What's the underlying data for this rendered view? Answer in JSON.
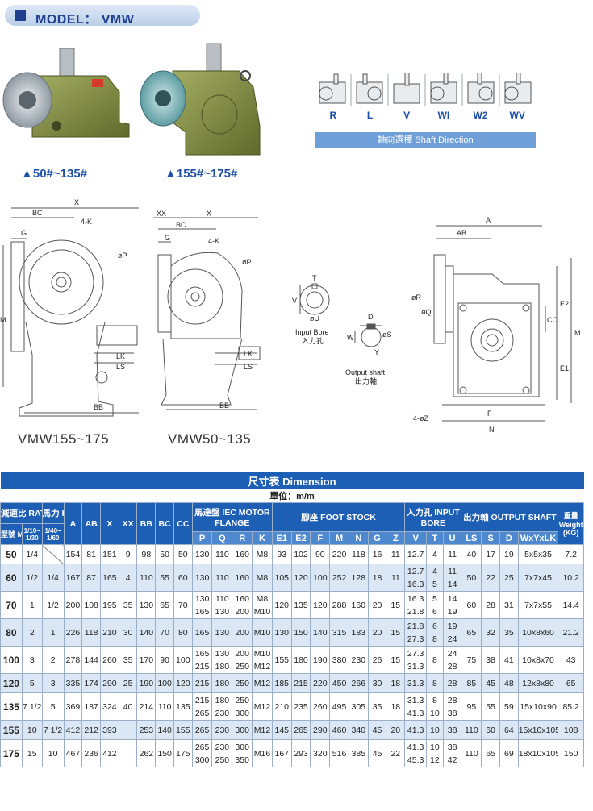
{
  "header": {
    "model_label": "MODEL： VMW"
  },
  "photos": {
    "cap_left": "▲50#~135#",
    "cap_right": "▲155#~175#"
  },
  "shaft_direction": {
    "options": [
      "R",
      "L",
      "V",
      "WI",
      "W2",
      "WV"
    ],
    "label": "軸向選擇  Shaft Direction"
  },
  "drawings": {
    "left_title": "VMW155~175",
    "mid_title": "VMW50~135",
    "dims": {
      "x": "X",
      "xx": "XX",
      "bc": "BC",
      "g": "G",
      "four_k": "4-K",
      "phi_p": "øP",
      "m": "M",
      "lk": "LK",
      "ls": "LS",
      "bb": "BB",
      "t": "T",
      "v": "V",
      "phi_u": "øU",
      "input_bore": "Input Bore",
      "input_bore_cn": "入力孔",
      "d": "D",
      "w": "W",
      "phi_s": "øS",
      "y": "Y",
      "output_shaft": "Output shaft",
      "output_shaft_cn": "出力軸",
      "a": "A",
      "ab": "AB",
      "phi_r": "øR",
      "phi_q": "øQ",
      "cc": "CC",
      "e2": "E2",
      "e1": "E1",
      "f": "F",
      "n": "N",
      "four_phi_z": "4-øZ"
    }
  },
  "table": {
    "title": "尺寸表  Dimension",
    "unit": "單位：m/m",
    "h_ratio": "減速比 RATIO",
    "h_hp": "馬力 HP",
    "h_model": "型號 MODEL",
    "h_r1": "1/10~ 1/30",
    "h_r2": "1/40~ 1/60",
    "g_motor": "馬達盤 IEC MOTOR FLANGE",
    "g_foot": "腳座 FOOT STOCK",
    "g_input": "入力孔 INPUT BORE",
    "g_output": "出力軸 OUTPUT SHAFT",
    "g_weight": "重量 Weight (KG)",
    "cols_basic": [
      "A",
      "AB",
      "X",
      "XX",
      "BB",
      "BC",
      "CC"
    ],
    "cols_motor": [
      "P",
      "Q",
      "R",
      "K"
    ],
    "cols_foot": [
      "E1",
      "E2",
      "F",
      "M",
      "N",
      "G",
      "Z"
    ],
    "cols_input": [
      "V",
      "T",
      "U"
    ],
    "cols_output": [
      "LS",
      "S",
      "D",
      "WxYxLK"
    ],
    "rows": [
      {
        "model": "50",
        "r1": "1/4",
        "r2": "",
        "A": "154",
        "AB": "81",
        "X": "151",
        "XX": "9",
        "BB": "98",
        "BC": "50",
        "CC": "50",
        "P": [
          "130"
        ],
        "Q": [
          "110"
        ],
        "R": [
          "160"
        ],
        "K": [
          "M8"
        ],
        "E1": "93",
        "E2": "102",
        "F": "90",
        "M": "220",
        "N": "118",
        "G": "16",
        "Z": "11",
        "V": [
          "12.7"
        ],
        "T": [
          "4"
        ],
        "U": [
          "11"
        ],
        "LS": "40",
        "S": "17",
        "D": "19",
        "WYLK": "5x5x35",
        "W": "7.2"
      },
      {
        "model": "60",
        "r1": "1/2",
        "r2": "1/4",
        "A": "167",
        "AB": "87",
        "X": "165",
        "XX": "4",
        "BB": "110",
        "BC": "55",
        "CC": "60",
        "P": [
          "130"
        ],
        "Q": [
          "110"
        ],
        "R": [
          "160"
        ],
        "K": [
          "M8"
        ],
        "E1": "105",
        "E2": "120",
        "F": "100",
        "M": "252",
        "N": "128",
        "G": "18",
        "Z": "11",
        "V": [
          "12.7",
          "16.3"
        ],
        "T": [
          "4",
          "5"
        ],
        "U": [
          "11",
          "14"
        ],
        "LS": "50",
        "S": "22",
        "D": "25",
        "WYLK": "7x7x45",
        "W": "10.2"
      },
      {
        "model": "70",
        "r1": "1",
        "r2": "1/2",
        "A": "200",
        "AB": "108",
        "X": "195",
        "XX": "35",
        "BB": "130",
        "BC": "65",
        "CC": "70",
        "P": [
          "130",
          "165"
        ],
        "Q": [
          "110",
          "130"
        ],
        "R": [
          "160",
          "200"
        ],
        "K": [
          "M8",
          "M10"
        ],
        "E1": "120",
        "E2": "135",
        "F": "120",
        "M": "288",
        "N": "160",
        "G": "20",
        "Z": "15",
        "V": [
          "16.3",
          "21.8"
        ],
        "T": [
          "5",
          "6"
        ],
        "U": [
          "14",
          "19"
        ],
        "LS": "60",
        "S": "28",
        "D": "31",
        "WYLK": "7x7x55",
        "W": "14.4"
      },
      {
        "model": "80",
        "r1": "2",
        "r2": "1",
        "A": "226",
        "AB": "118",
        "X": "210",
        "XX": "30",
        "BB": "140",
        "BC": "70",
        "CC": "80",
        "P": [
          "165"
        ],
        "Q": [
          "130"
        ],
        "R": [
          "200"
        ],
        "K": [
          "M10"
        ],
        "E1": "130",
        "E2": "150",
        "F": "140",
        "M": "315",
        "N": "183",
        "G": "20",
        "Z": "15",
        "V": [
          "21.8",
          "27.3"
        ],
        "T": [
          "6",
          "8"
        ],
        "U": [
          "19",
          "24"
        ],
        "LS": "65",
        "S": "32",
        "D": "35",
        "WYLK": "10x8x60",
        "W": "21.2"
      },
      {
        "model": "100",
        "r1": "3",
        "r2": "2",
        "A": "278",
        "AB": "144",
        "X": "260",
        "XX": "35",
        "BB": "170",
        "BC": "90",
        "CC": "100",
        "P": [
          "165",
          "215"
        ],
        "Q": [
          "130",
          "180"
        ],
        "R": [
          "200",
          "250"
        ],
        "K": [
          "M10",
          "M12"
        ],
        "E1": "155",
        "E2": "180",
        "F": "190",
        "M": "380",
        "N": "230",
        "G": "26",
        "Z": "15",
        "V": [
          "27.3",
          "31.3"
        ],
        "T": [
          "8"
        ],
        "U": [
          "24",
          "28"
        ],
        "LS": "75",
        "S": "38",
        "D": "41",
        "WYLK": "10x8x70",
        "W": "43"
      },
      {
        "model": "120",
        "r1": "5",
        "r2": "3",
        "A": "335",
        "AB": "174",
        "X": "290",
        "XX": "25",
        "BB": "190",
        "BC": "100",
        "CC": "120",
        "P": [
          "215"
        ],
        "Q": [
          "180"
        ],
        "R": [
          "250"
        ],
        "K": [
          "M12"
        ],
        "E1": "185",
        "E2": "215",
        "F": "220",
        "M": "450",
        "N": "266",
        "G": "30",
        "Z": "18",
        "V": [
          "31.3"
        ],
        "T": [
          "8"
        ],
        "U": [
          "28"
        ],
        "LS": "85",
        "S": "45",
        "D": "48",
        "WYLK": "12x8x80",
        "W": "65"
      },
      {
        "model": "135",
        "r1": "7 1/2",
        "r2": "5",
        "A": "369",
        "AB": "187",
        "X": "324",
        "XX": "40",
        "BB": "214",
        "BC": "110",
        "CC": "135",
        "P": [
          "215",
          "265"
        ],
        "Q": [
          "180",
          "230"
        ],
        "R": [
          "250",
          "300"
        ],
        "K": [
          "M12"
        ],
        "E1": "210",
        "E2": "235",
        "F": "260",
        "M": "495",
        "N": "305",
        "G": "35",
        "Z": "18",
        "V": [
          "31.3",
          "41.3"
        ],
        "T": [
          "8",
          "10"
        ],
        "U": [
          "28",
          "38"
        ],
        "LS": "95",
        "S": "55",
        "D": "59",
        "WYLK": "15x10x90",
        "W": "85.2"
      },
      {
        "model": "155",
        "r1": "10",
        "r2": "7 1/2",
        "A": "412",
        "AB": "212",
        "X": "393",
        "XX": "",
        "BB": "253",
        "BC": "140",
        "CC": "155",
        "P": [
          "265"
        ],
        "Q": [
          "230"
        ],
        "R": [
          "300"
        ],
        "K": [
          "M12"
        ],
        "E1": "145",
        "E2": "265",
        "F": "290",
        "M": "460",
        "N": "340",
        "G": "45",
        "Z": "20",
        "V": [
          "41.3"
        ],
        "T": [
          "10"
        ],
        "U": [
          "38"
        ],
        "LS": "110",
        "S": "60",
        "D": "64",
        "WYLK": "15x10x105",
        "W": "108"
      },
      {
        "model": "175",
        "r1": "15",
        "r2": "10",
        "A": "467",
        "AB": "236",
        "X": "412",
        "XX": "",
        "BB": "262",
        "BC": "150",
        "CC": "175",
        "P": [
          "265",
          "300"
        ],
        "Q": [
          "230",
          "250"
        ],
        "R": [
          "300",
          "350"
        ],
        "K": [
          "M16"
        ],
        "E1": "167",
        "E2": "293",
        "F": "320",
        "M": "516",
        "N": "385",
        "G": "45",
        "Z": "22",
        "V": [
          "41.3",
          "45.3"
        ],
        "T": [
          "10",
          "12"
        ],
        "U": [
          "38",
          "42"
        ],
        "LS": "110",
        "S": "65",
        "D": "69",
        "WYLK": "18x10x105",
        "W": "150"
      }
    ]
  }
}
